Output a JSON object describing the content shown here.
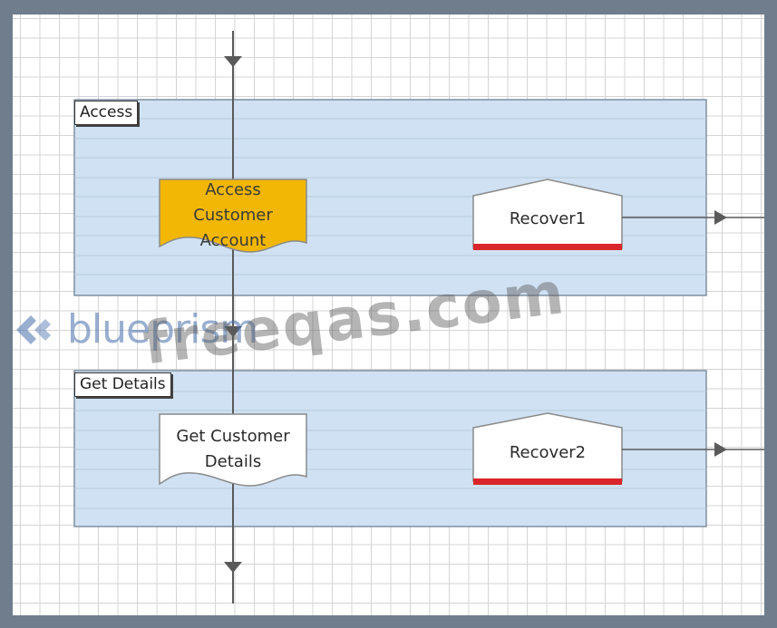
{
  "blocks": [
    {
      "label": "Access"
    },
    {
      "label": "Get Details"
    }
  ],
  "stages": {
    "access_customer_account": {
      "lines": [
        "Access",
        "Customer",
        "Account"
      ],
      "type": "action",
      "color": "#f2b705"
    },
    "get_customer_details": {
      "lines": [
        "Get Customer",
        "Details"
      ],
      "type": "action",
      "color": "#ffffff"
    },
    "recover1": {
      "label": "Recover1",
      "type": "recover"
    },
    "recover2": {
      "label": "Recover2",
      "type": "recover"
    }
  },
  "colors": {
    "block_fill": "#cfe1f2",
    "block_border": "#7f8fa0",
    "recover_bar": "#d9262b",
    "flow_line": "#5a5a5a",
    "frame": "#6f7d8c"
  },
  "watermarks": {
    "logo": "blueprism",
    "site": "freeqas.com"
  }
}
